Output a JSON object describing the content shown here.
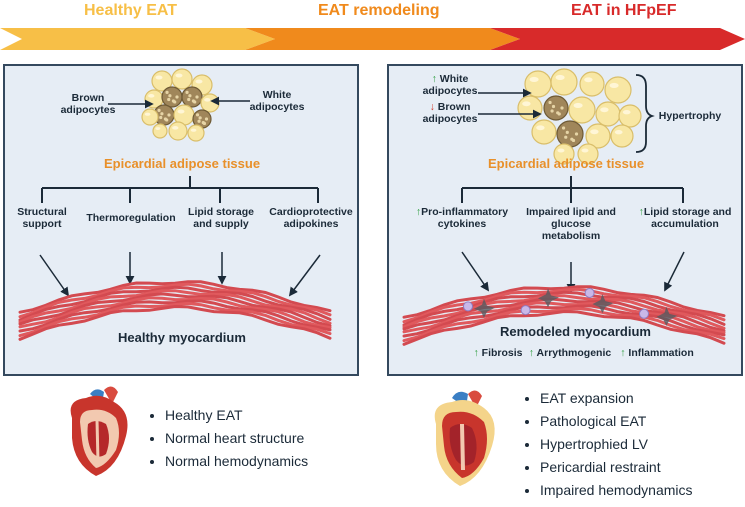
{
  "stages": [
    {
      "label": "Healthy EAT",
      "color": "#f7bf47"
    },
    {
      "label": "EAT remodeling",
      "color": "#f08a1c"
    },
    {
      "label": "EAT in HFpEF",
      "color": "#d82a2a"
    }
  ],
  "left_panel": {
    "brown_label": "Brown adipocytes",
    "white_label": "White adipocytes",
    "tissue_title": "Epicardial adipose tissue",
    "functions": [
      "Structural support",
      "Thermoregulation",
      "Lipid storage and supply",
      "Cardioprotective adipokines"
    ],
    "myocardium": "Healthy myocardium"
  },
  "right_panel": {
    "white_label": "White adipocytes",
    "brown_label": "Brown adipocytes",
    "up_arrow": "↑",
    "down_arrow": "↓",
    "hypertrophy": "Hypertrophy",
    "tissue_title": "Epicardial adipose tissue",
    "effects": [
      "Pro-inflammatory cytokines",
      "Impaired lipid and glucose metabolism",
      "Lipid storage and accumulation"
    ],
    "myocardium": "Remodeled myocardium",
    "outcomes": [
      "Fibrosis",
      "Arrythmogenic",
      "Inflammation"
    ]
  },
  "left_bullets": [
    "Healthy EAT",
    "Normal heart structure",
    "Normal hemodynamics"
  ],
  "right_bullets": [
    "EAT expansion",
    "Pathological EAT",
    "Hypertrophied LV",
    "Pericardial restraint",
    "Impaired hemodynamics"
  ],
  "colors": {
    "panel_bg": "#e6edf5",
    "panel_border": "#34495e",
    "orange_title": "#e8902a",
    "up_green": "#2e9e3e",
    "down_red": "#d23b2b",
    "muscle": "#e0595d"
  }
}
